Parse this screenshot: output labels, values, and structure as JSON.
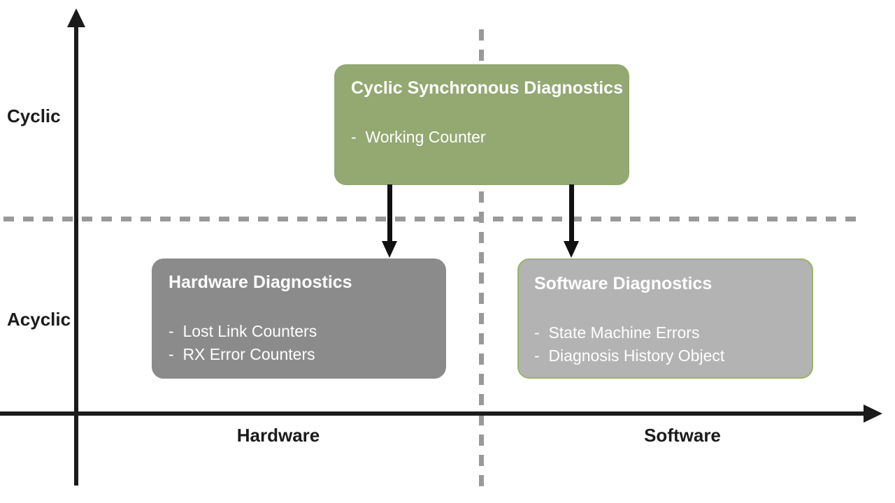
{
  "diagram": {
    "axes": {
      "y_top_label": "Cyclic",
      "y_bottom_label": "Acyclic",
      "x_left_label": "Hardware",
      "x_right_label": "Software"
    },
    "boxes": {
      "cyclic_sync": {
        "title": "Cyclic Synchronous Diagnostics",
        "items": [
          "-  Working Counter"
        ],
        "fill": "#94a872",
        "text_color": "#ffffff"
      },
      "hardware": {
        "title": "Hardware Diagnostics",
        "items": [
          "-  Lost Link Counters",
          "-  RX Error Counters"
        ],
        "fill": "#8b8b8b",
        "text_color": "#ffffff"
      },
      "software": {
        "title": "Software Diagnostics",
        "items": [
          "-  State Machine Errors",
          "-  Diagnosis History Object"
        ],
        "fill": "#b3b3b3",
        "border_color": "#9cb267",
        "text_color": "#ffffff"
      }
    },
    "colors": {
      "axis": "#1b1b1b",
      "dashed_divider": "#999999",
      "connector_arrow": "#111111",
      "background": "#ffffff"
    }
  }
}
